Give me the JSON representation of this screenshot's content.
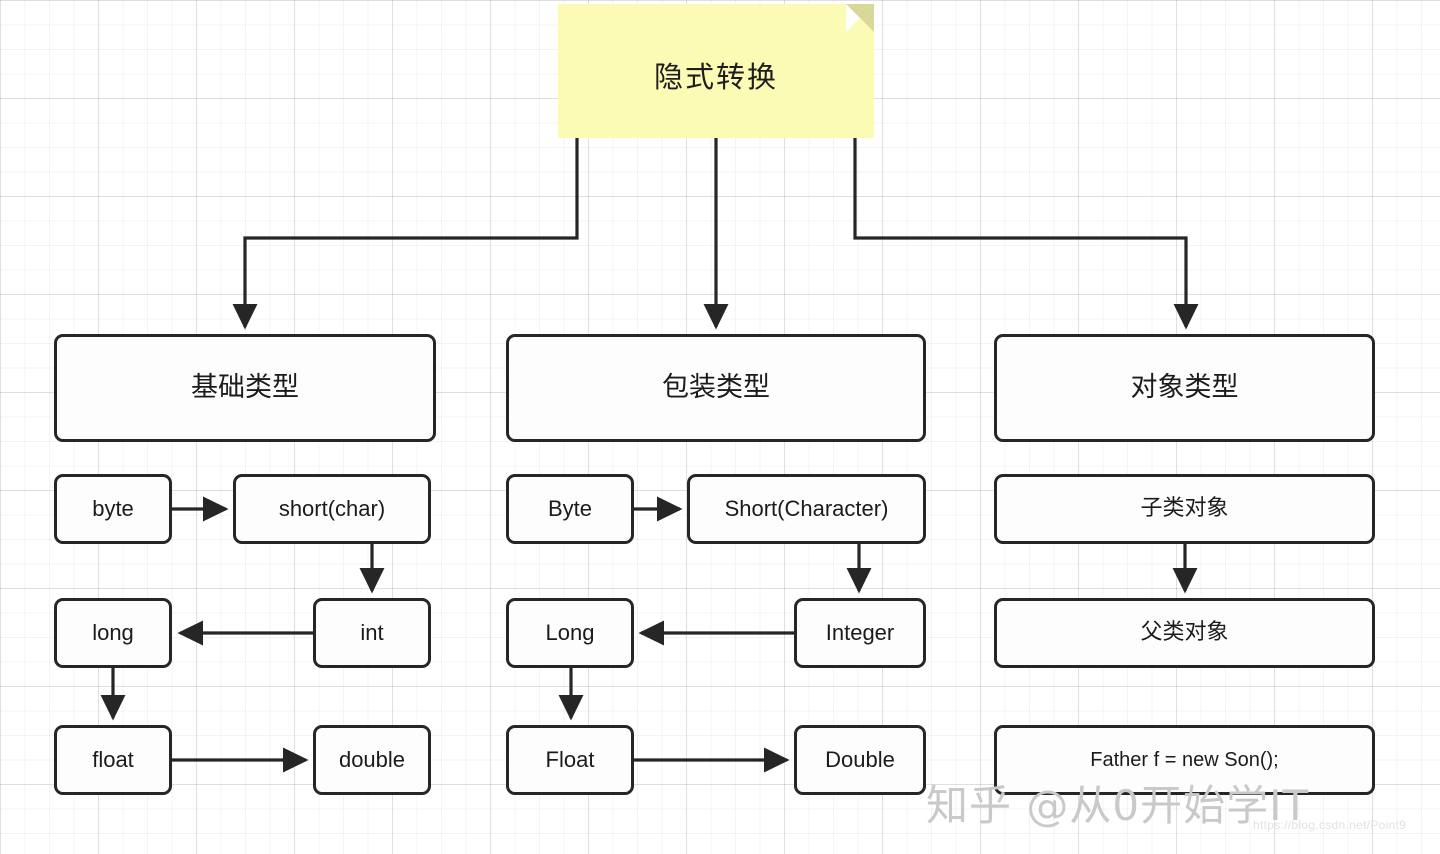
{
  "title": "隐式转换",
  "root": {
    "label": "隐式转换",
    "fill": "#fbfbb6",
    "fold_color": "#d8d89a"
  },
  "columns": [
    {
      "id": "primitive",
      "header": "基础类型",
      "nodes": [
        {
          "id": "byte",
          "label": "byte"
        },
        {
          "id": "short-char",
          "label": "short(char)"
        },
        {
          "id": "long",
          "label": "long"
        },
        {
          "id": "int",
          "label": "int"
        },
        {
          "id": "float",
          "label": "float"
        },
        {
          "id": "double",
          "label": "double"
        }
      ],
      "edges": [
        {
          "from": "byte",
          "to": "short-char"
        },
        {
          "from": "short-char",
          "to": "int"
        },
        {
          "from": "int",
          "to": "long"
        },
        {
          "from": "long",
          "to": "float"
        },
        {
          "from": "float",
          "to": "double"
        }
      ]
    },
    {
      "id": "wrapper",
      "header": "包装类型",
      "nodes": [
        {
          "id": "Byte",
          "label": "Byte"
        },
        {
          "id": "Short-Character",
          "label": "Short(Character)"
        },
        {
          "id": "Long",
          "label": "Long"
        },
        {
          "id": "Integer",
          "label": "Integer"
        },
        {
          "id": "Float",
          "label": "Float"
        },
        {
          "id": "Double",
          "label": "Double"
        }
      ],
      "edges": [
        {
          "from": "Byte",
          "to": "Short-Character"
        },
        {
          "from": "Short-Character",
          "to": "Integer"
        },
        {
          "from": "Integer",
          "to": "Long"
        },
        {
          "from": "Long",
          "to": "Float"
        },
        {
          "from": "Float",
          "to": "Double"
        }
      ]
    },
    {
      "id": "object",
      "header": "对象类型",
      "nodes": [
        {
          "id": "sub-object",
          "label": "子类对象"
        },
        {
          "id": "super-object",
          "label": "父类对象"
        },
        {
          "id": "code-sample",
          "label": "Father f = new Son();"
        }
      ],
      "edges": [
        {
          "from": "sub-object",
          "to": "super-object"
        }
      ]
    }
  ],
  "watermarks": {
    "author": "知乎 @从0开始学IT",
    "url": "https://blog.csdn.net/Point9"
  },
  "colors": {
    "note_fill": "#fbfbb6",
    "box_stroke": "#262626",
    "box_fill": "#fdfdfd",
    "text": "#1b1b1b",
    "grid": "#ededed",
    "watermark": "#c9c9c9"
  }
}
